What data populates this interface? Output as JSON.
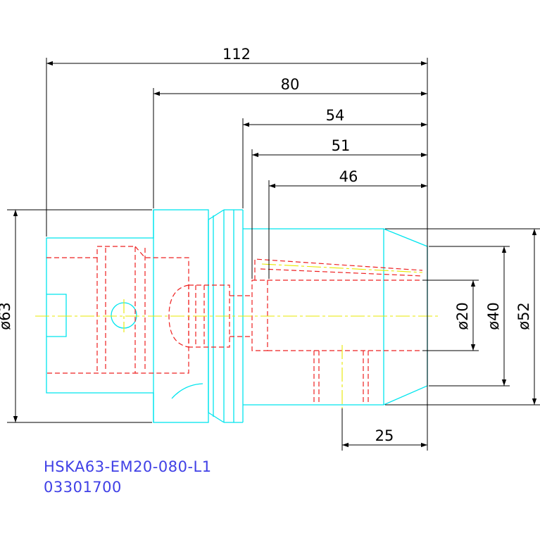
{
  "drawing": {
    "dimensions": {
      "len_112": "112",
      "len_80": "80",
      "len_54": "54",
      "len_51": "51",
      "len_46": "46",
      "len_25": "25",
      "dia_63": "ø63",
      "dia_20": "ø20",
      "dia_40": "ø40",
      "dia_52": "ø52"
    },
    "part_number": "HSKA63-EM20-080-L1",
    "order_code": "03301700"
  },
  "colors": {
    "outline": "#00e5ee",
    "hidden": "#ee2020",
    "centerline": "#e8e800",
    "dimension": "#000000",
    "label": "#4040e6"
  }
}
